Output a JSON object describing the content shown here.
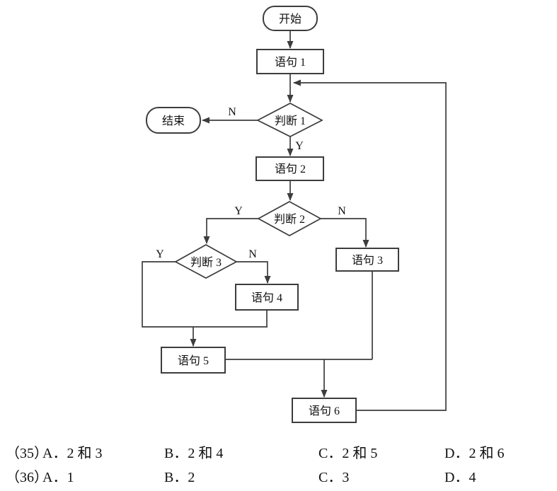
{
  "flowchart": {
    "nodes": {
      "start": {
        "label": "开始",
        "type": "terminator"
      },
      "stmt1": {
        "label": "语句 1",
        "type": "process"
      },
      "decision1": {
        "label": "判断 1",
        "type": "decision"
      },
      "end": {
        "label": "结束",
        "type": "terminator"
      },
      "stmt2": {
        "label": "语句 2",
        "type": "process"
      },
      "decision2": {
        "label": "判断 2",
        "type": "decision"
      },
      "decision3": {
        "label": "判断 3",
        "type": "decision"
      },
      "stmt3": {
        "label": "语句 3",
        "type": "process"
      },
      "stmt4": {
        "label": "语句 4",
        "type": "process"
      },
      "stmt5": {
        "label": "语句 5",
        "type": "process"
      },
      "stmt6": {
        "label": "语句 6",
        "type": "process"
      }
    },
    "branches": {
      "d1_no": "N",
      "d1_yes": "Y",
      "d2_yes": "Y",
      "d2_no": "N",
      "d3_yes": "Y",
      "d3_no": "N"
    },
    "line_color": "#3d3d3d"
  },
  "questions": {
    "q35": {
      "number": "（35）",
      "a": "A．2 和 3",
      "b": "B．2 和 4",
      "c": "C．2 和 5",
      "d": "D．2 和 6"
    },
    "q36": {
      "number": "（36）",
      "a": "A．1",
      "b": "B．2",
      "c": "C．3",
      "d": "D．4"
    }
  }
}
